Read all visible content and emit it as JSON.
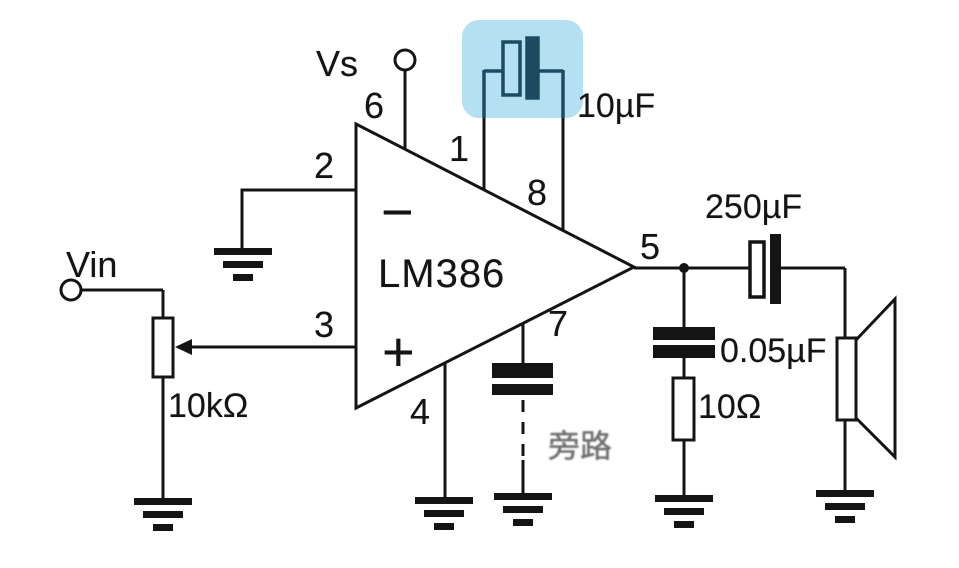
{
  "diagram": {
    "type": "circuit-schematic",
    "component": "LM386",
    "labels": {
      "supply": "Vs",
      "input": "Vin",
      "potentiometer": "10kΩ",
      "gain_capacitor": "10µF",
      "output_capacitor": "250µF",
      "zobel_capacitor": "0.05µF",
      "zobel_resistor": "10Ω",
      "bypass_note": "旁路",
      "inverting_input": "−",
      "noninverting_input": "+"
    },
    "pins": {
      "pin1": "1",
      "pin2": "2",
      "pin3": "3",
      "pin4": "4",
      "pin5": "5",
      "pin6": "6",
      "pin7": "7",
      "pin8": "8"
    },
    "colors": {
      "wire": "#141414",
      "highlight": "#b5e0f2",
      "highlight_component": "#1c4a61",
      "note_text": "#6e6e6e"
    }
  }
}
